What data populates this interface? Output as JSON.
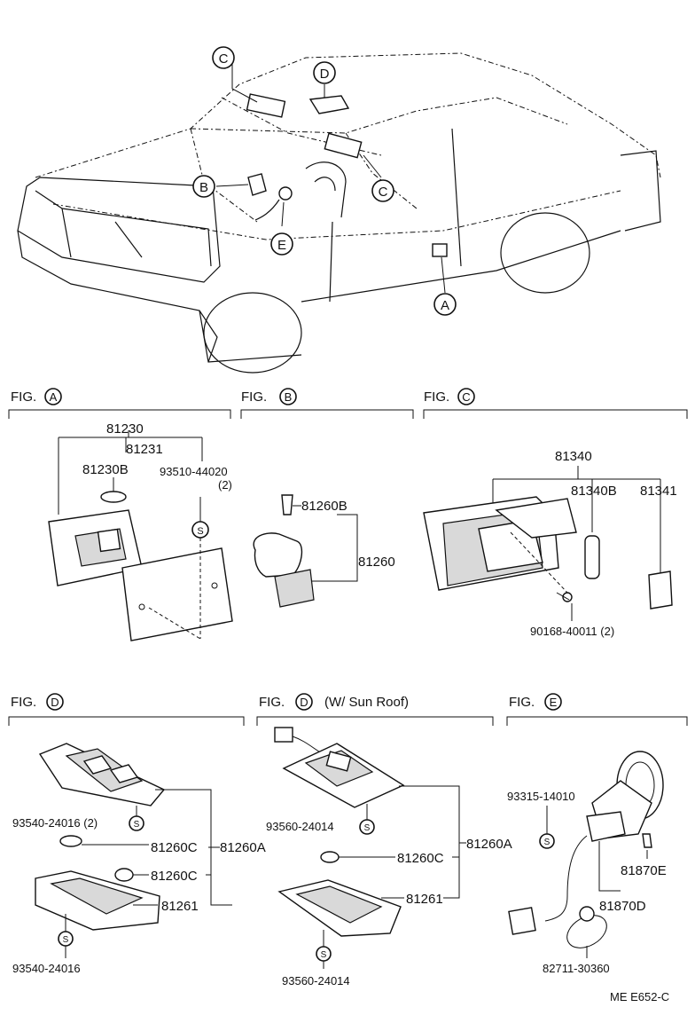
{
  "callouts": {
    "a": "A",
    "b": "B",
    "c": "C",
    "d": "D",
    "e": "E"
  },
  "fig_prefix": "FIG.",
  "fig_a": {
    "p81230": "81230",
    "p81231": "81231",
    "p81230b": "81230B",
    "p93510": "93510-44020",
    "p93510_qty": "(2)",
    "s": "S"
  },
  "fig_b": {
    "p81260b": "81260B",
    "p81260": "81260"
  },
  "fig_c": {
    "p81340": "81340",
    "p81340b": "81340B",
    "p81341": "81341",
    "p90168": "90168-40011 (2)"
  },
  "fig_d1": {
    "p93540_top": "93540-24016 (2)",
    "p81260c_1": "81260C",
    "p81260a": "81260A",
    "p81260c_2": "81260C",
    "p81261": "81261",
    "p93540_bottom": "93540-24016",
    "s": "S"
  },
  "fig_d2": {
    "suffix": "(W/ Sun Roof)",
    "p93560_top": "93560-24014",
    "p81260a": "81260A",
    "p81260c": "81260C",
    "p81261": "81261",
    "p93560_bottom": "93560-24014",
    "s": "S"
  },
  "fig_e": {
    "p93315": "93315-14010",
    "p81870e": "81870E",
    "p81870d": "81870D",
    "p82711": "82711-30360",
    "s": "S"
  },
  "footer": {
    "code": "ME  E652-C"
  }
}
